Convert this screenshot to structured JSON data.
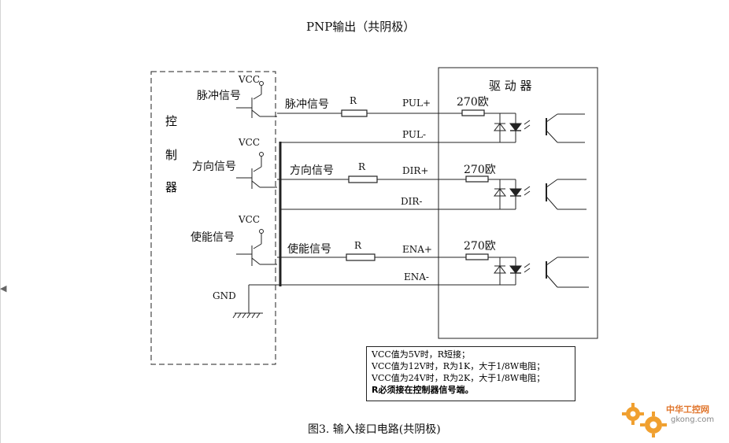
{
  "title": "PNP输出（共阴极）",
  "controller": {
    "chars": [
      "控",
      "制",
      "器"
    ]
  },
  "driver": {
    "label": "驱 动 器"
  },
  "vcc_label": "VCC",
  "gnd_label": "GND",
  "resistor_label": "R",
  "resistor_value": "270欧",
  "channels": [
    {
      "signal": "脉冲信号",
      "pos": "PUL+",
      "neg": "PUL-"
    },
    {
      "signal": "方向信号",
      "pos": "DIR+",
      "neg": "DIR-"
    },
    {
      "signal": "使能信号",
      "pos": "ENA+",
      "neg": "ENA-"
    }
  ],
  "notes": [
    "VCC值为5V时，R短接；",
    "VCC值为12V时，R为1K，大于1/8W电阻；",
    "VCC值为24V时，R为2K，大于1/8W电阻；",
    "R必须接在控制器信号端。"
  ],
  "caption": "图3. 输入接口电路(共阴极)",
  "watermark": {
    "name": "中华工控网",
    "site": "gkong.com"
  }
}
